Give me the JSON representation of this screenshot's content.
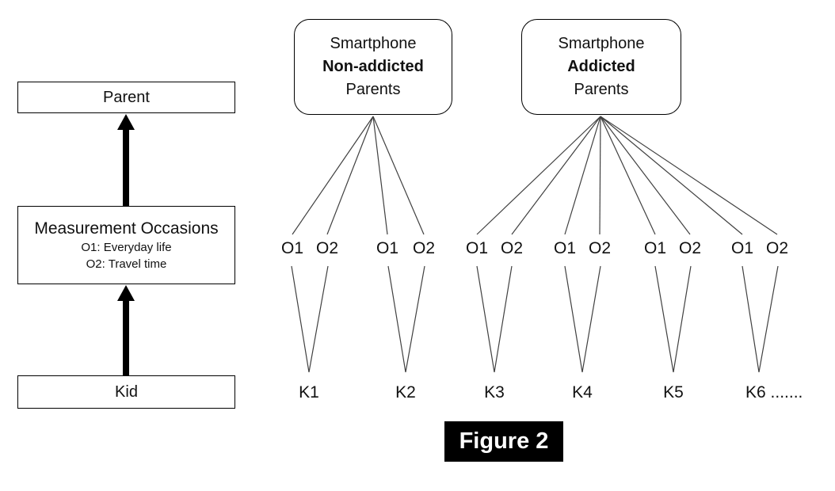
{
  "left_flow": {
    "parent_label": "Parent",
    "measurement_title": "Measurement Occasions",
    "measurement_o1": "O1: Everyday life",
    "measurement_o2": "O2: Travel time",
    "kid_label": "Kid"
  },
  "parent_groups": [
    {
      "line1": "Smartphone",
      "line2": "Non-addicted",
      "line3": "Parents"
    },
    {
      "line1": "Smartphone",
      "line2": "Addicted",
      "line3": "Parents"
    }
  ],
  "occasions": [
    "O1",
    "O2",
    "O1",
    "O2",
    "O1",
    "O2",
    "O1",
    "O2",
    "O1",
    "O2",
    "O1",
    "O2"
  ],
  "kids": [
    "K1",
    "K2",
    "K3",
    "K4",
    "K5",
    "K6 ......."
  ],
  "caption": "Figure 2",
  "colors": {
    "line": "#404040",
    "box_border": "#000000",
    "caption_bg": "#000000",
    "caption_fg": "#ffffff"
  }
}
